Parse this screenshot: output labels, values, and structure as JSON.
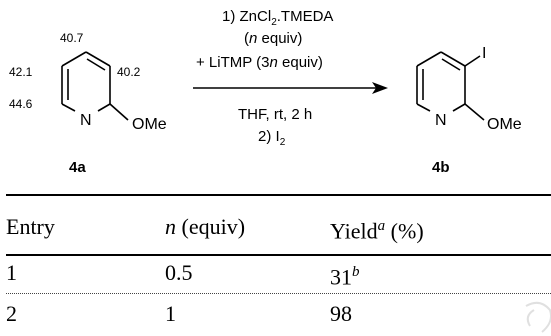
{
  "scheme": {
    "conditions": {
      "step1": "1) ZnCl",
      "step1_sub": "2",
      "step1_rest": ".TMEDA",
      "equiv_open": "(",
      "equiv_var": "n",
      "equiv_rest": " equiv)",
      "base_pre": "+ LiTMP (3",
      "base_var": "n",
      "base_rest": " equiv)",
      "solvent": "THF, rt, 2 h",
      "step2": "2) I",
      "step2_sub": "2"
    },
    "reactant": {
      "label": "4a",
      "n_atom": "N",
      "substituent": "OMe",
      "shifts": [
        "40.7",
        "42.1",
        "40.2",
        "44.6"
      ]
    },
    "product": {
      "label": "4b",
      "n_atom": "N",
      "substituent": "OMe",
      "halogen": "I"
    }
  },
  "table": {
    "headers": {
      "entry": "Entry",
      "n_var": "n",
      "n_rest": " (equiv)",
      "yield": "Yield",
      "yield_note": "a",
      "yield_unit": " (%)"
    },
    "rows": [
      {
        "entry": "1",
        "n": "0.5",
        "yield": "31",
        "note": "b"
      },
      {
        "entry": "2",
        "n": "1",
        "yield": "98",
        "note": ""
      }
    ]
  }
}
